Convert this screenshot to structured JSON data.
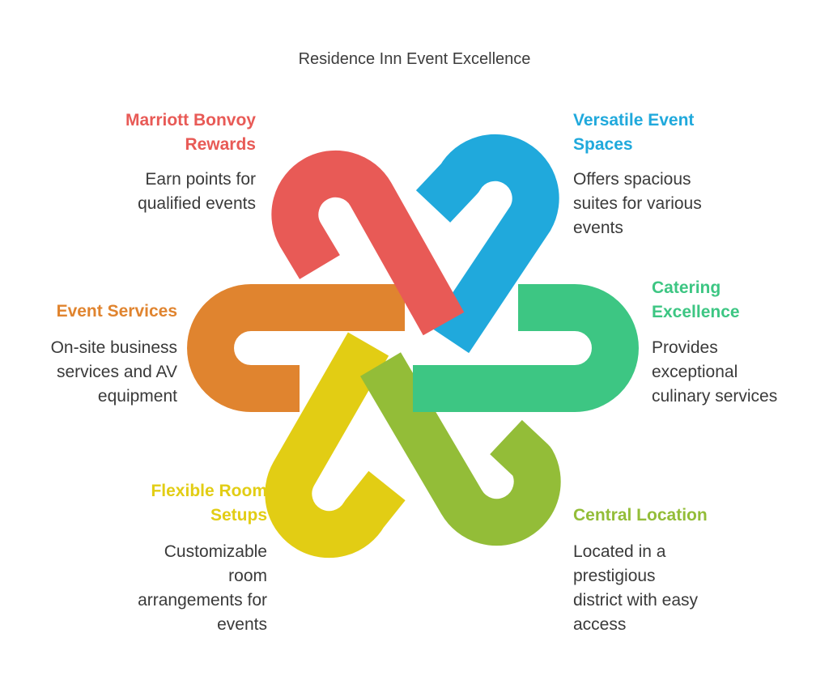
{
  "title": "Residence Inn Event Excellence",
  "items": [
    {
      "id": "rewards",
      "color": "#e85a56",
      "label": [
        "Marriott Bonvoy",
        "Rewards"
      ],
      "desc": [
        "Earn points for",
        "qualified events"
      ]
    },
    {
      "id": "spaces",
      "color": "#20a9dc",
      "label": [
        "Versatile Event",
        "Spaces"
      ],
      "desc": [
        "Offers spacious",
        "suites for various",
        "events"
      ]
    },
    {
      "id": "catering",
      "color": "#3dc683",
      "label": [
        "Catering",
        "Excellence"
      ],
      "desc": [
        "Provides",
        "exceptional",
        "culinary services"
      ]
    },
    {
      "id": "location",
      "color": "#93bd38",
      "label": [
        "Central Location"
      ],
      "desc": [
        "Located in a",
        "prestigious",
        "district with easy",
        "access"
      ]
    },
    {
      "id": "setups",
      "color": "#e2cd14",
      "label": [
        "Flexible Room",
        "Setups"
      ],
      "desc": [
        "Customizable",
        "room",
        "arrangements for",
        "events"
      ]
    },
    {
      "id": "services",
      "color": "#e0842f",
      "label": [
        "Event Services"
      ],
      "desc": [
        "On-site business",
        "services and AV",
        "equipment"
      ]
    }
  ]
}
